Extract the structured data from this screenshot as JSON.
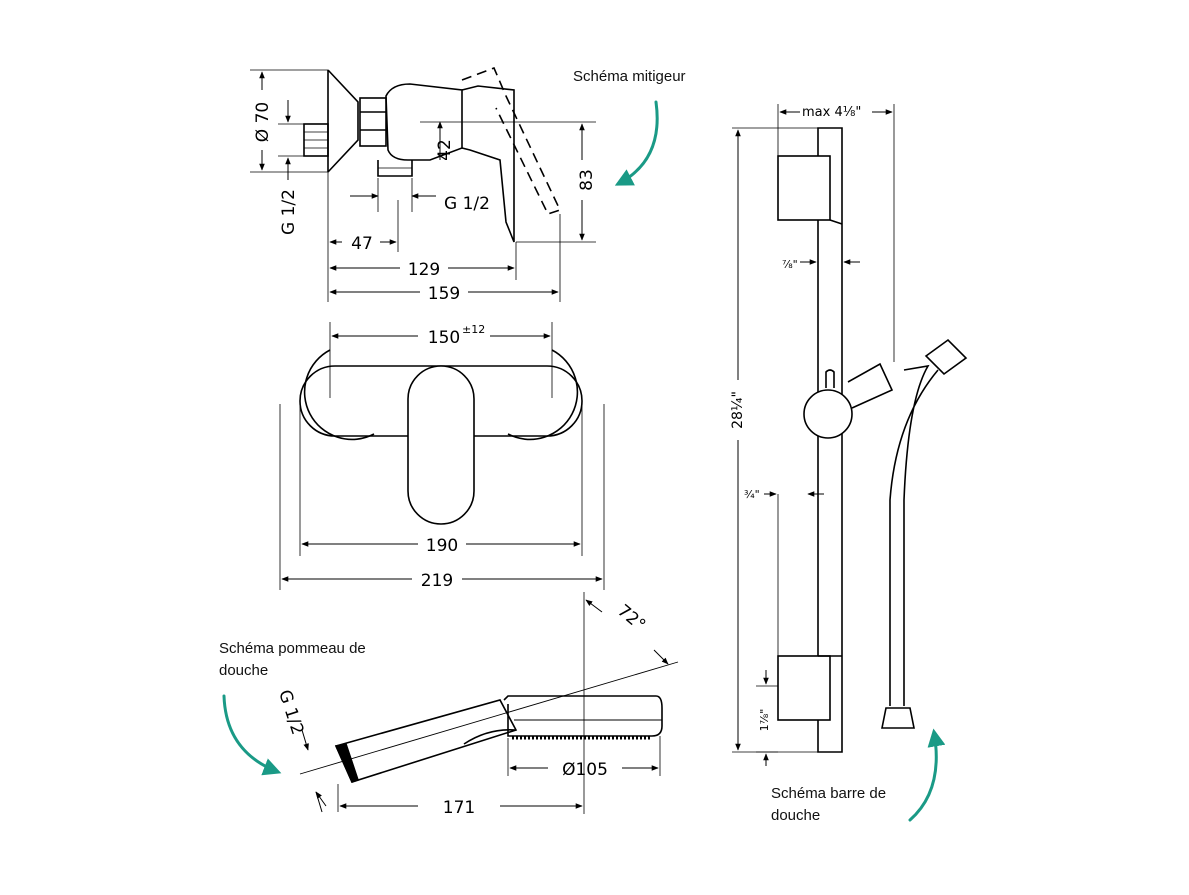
{
  "captions": {
    "mitigeur": "Schéma mitigeur",
    "pommeau": "Schéma pommeau de douche",
    "barre": "Schéma barre de douche"
  },
  "mixer_side": {
    "d70": "Ø 70",
    "g12_left": "G 1/2",
    "d42": "42",
    "g12_bottom": "G 1/2",
    "d83": "83",
    "d47": "47",
    "d129": "129",
    "d159": "159"
  },
  "mixer_front": {
    "d150": "150",
    "d150_tol": "±12",
    "d190": "190",
    "d219": "219"
  },
  "hand_shower": {
    "angle": "72°",
    "g12": "G 1/2",
    "d105": "Ø105",
    "d171": "171"
  },
  "shower_bar": {
    "max": "max 4⅛\"",
    "w78": "⅞\"",
    "h28": "28¼\"",
    "w34": "¾\"",
    "h178": "1⅞\""
  },
  "colors": {
    "line": "#000000",
    "arrow": "#1a9a86"
  }
}
